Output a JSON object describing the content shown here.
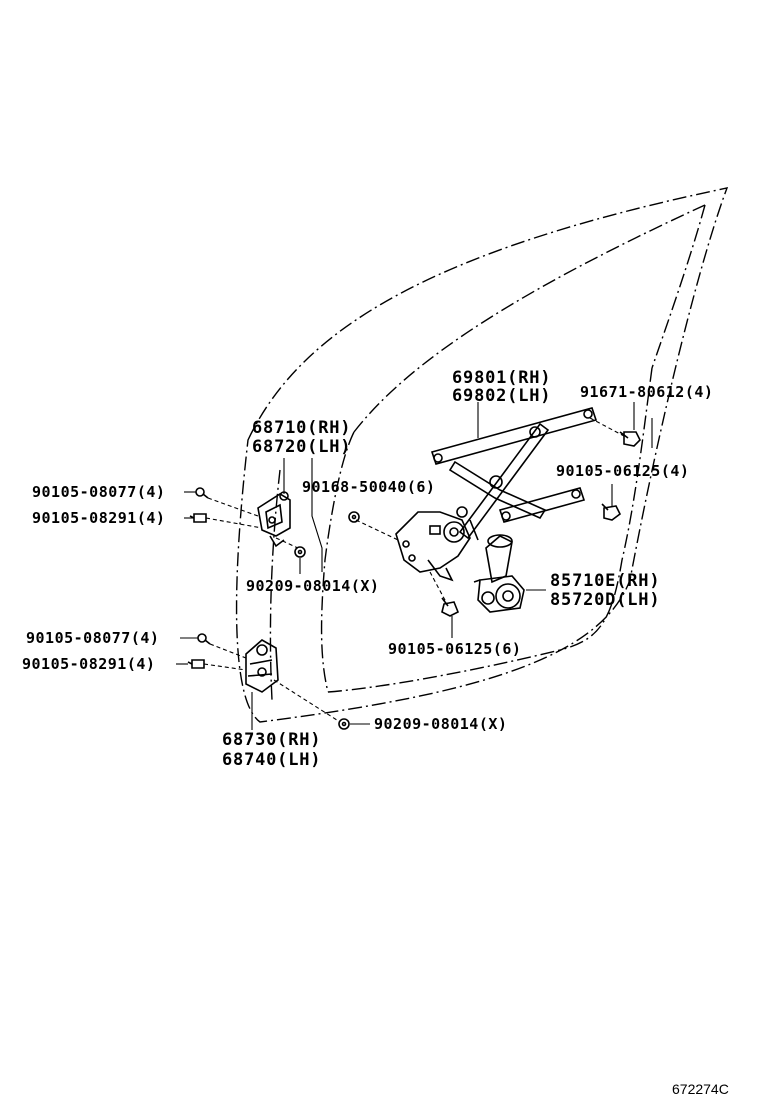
{
  "diagram": {
    "catalog_code": "672274C",
    "callouts": {
      "regulator_part_rh": "69801(RH)",
      "regulator_part_lh": "69802(LH)",
      "bolt_top_right": "91671-80612(4)",
      "hinge_upper_rh": "68710(RH)",
      "hinge_upper_lh": "68720(LH)",
      "bolt_upper_a": "90105-08077(4)",
      "bolt_upper_b": "90105-08291(4)",
      "screw_center": "90168-50040(6)",
      "bolt_right_mid": "90105-06125(4)",
      "washer_upper": "90209-08014(X)",
      "motor_rh": "85710E(RH)",
      "motor_lh": "85720D(LH)",
      "bolt_lower_center": "90105-06125(6)",
      "bolt_lower_a": "90105-08077(4)",
      "bolt_lower_b": "90105-08291(4)",
      "washer_lower": "90209-08014(X)",
      "hinge_lower_rh": "68730(RH)",
      "hinge_lower_lh": "68740(LH)"
    }
  }
}
